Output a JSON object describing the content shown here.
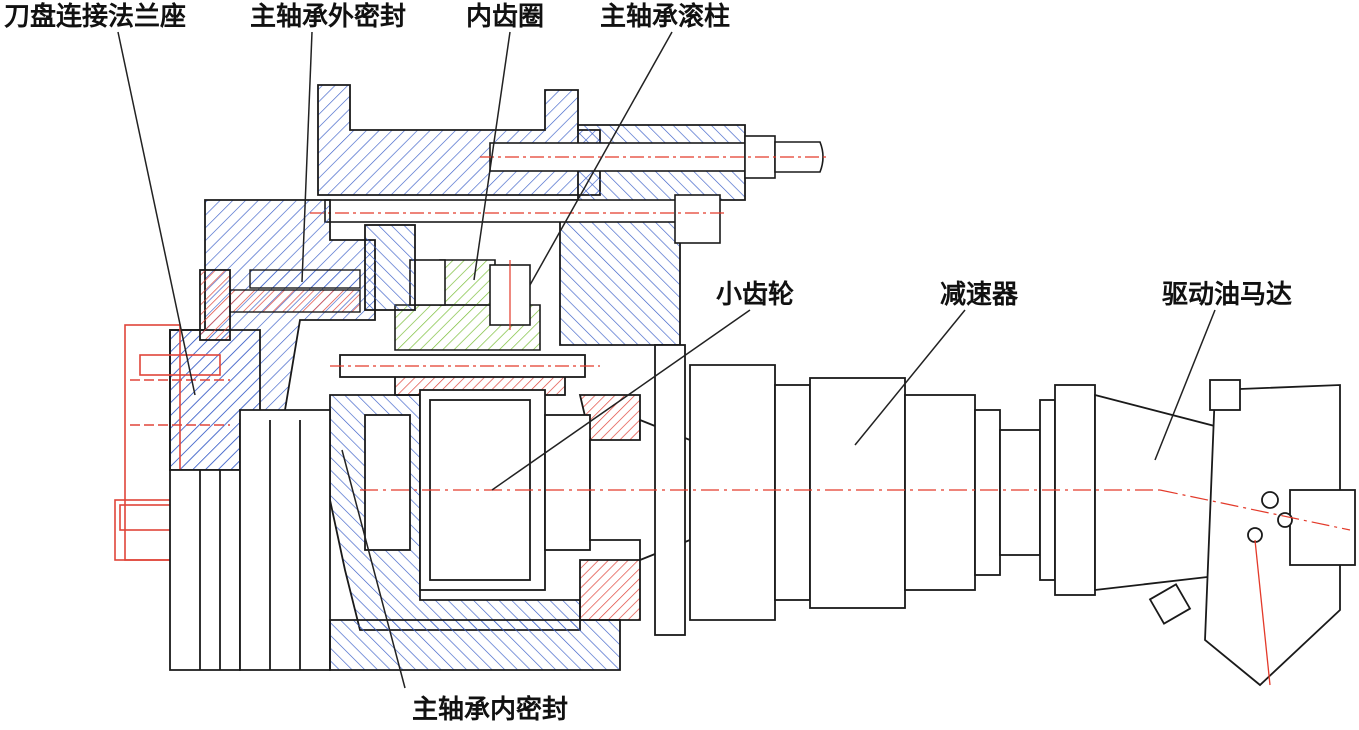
{
  "labels": {
    "cutterhead_flange_seat": "刀盘连接法兰座",
    "main_bearing_outer_seal": "主轴承外密封",
    "inner_gear_ring": "内齿圈",
    "main_bearing_roller": "主轴承滚柱",
    "pinion": "小齿轮",
    "reducer": "减速器",
    "drive_hydraulic_motor": "驱动油马达",
    "main_bearing_inner_seal": "主轴承内密封"
  },
  "colors": {
    "body_hatch": "#3b5fc8",
    "outline": "#1a1a1a",
    "red_part": "#e0453a",
    "green_gear": "#7bbf3a",
    "centerline": "#e33a2a",
    "leader": "#222222"
  }
}
